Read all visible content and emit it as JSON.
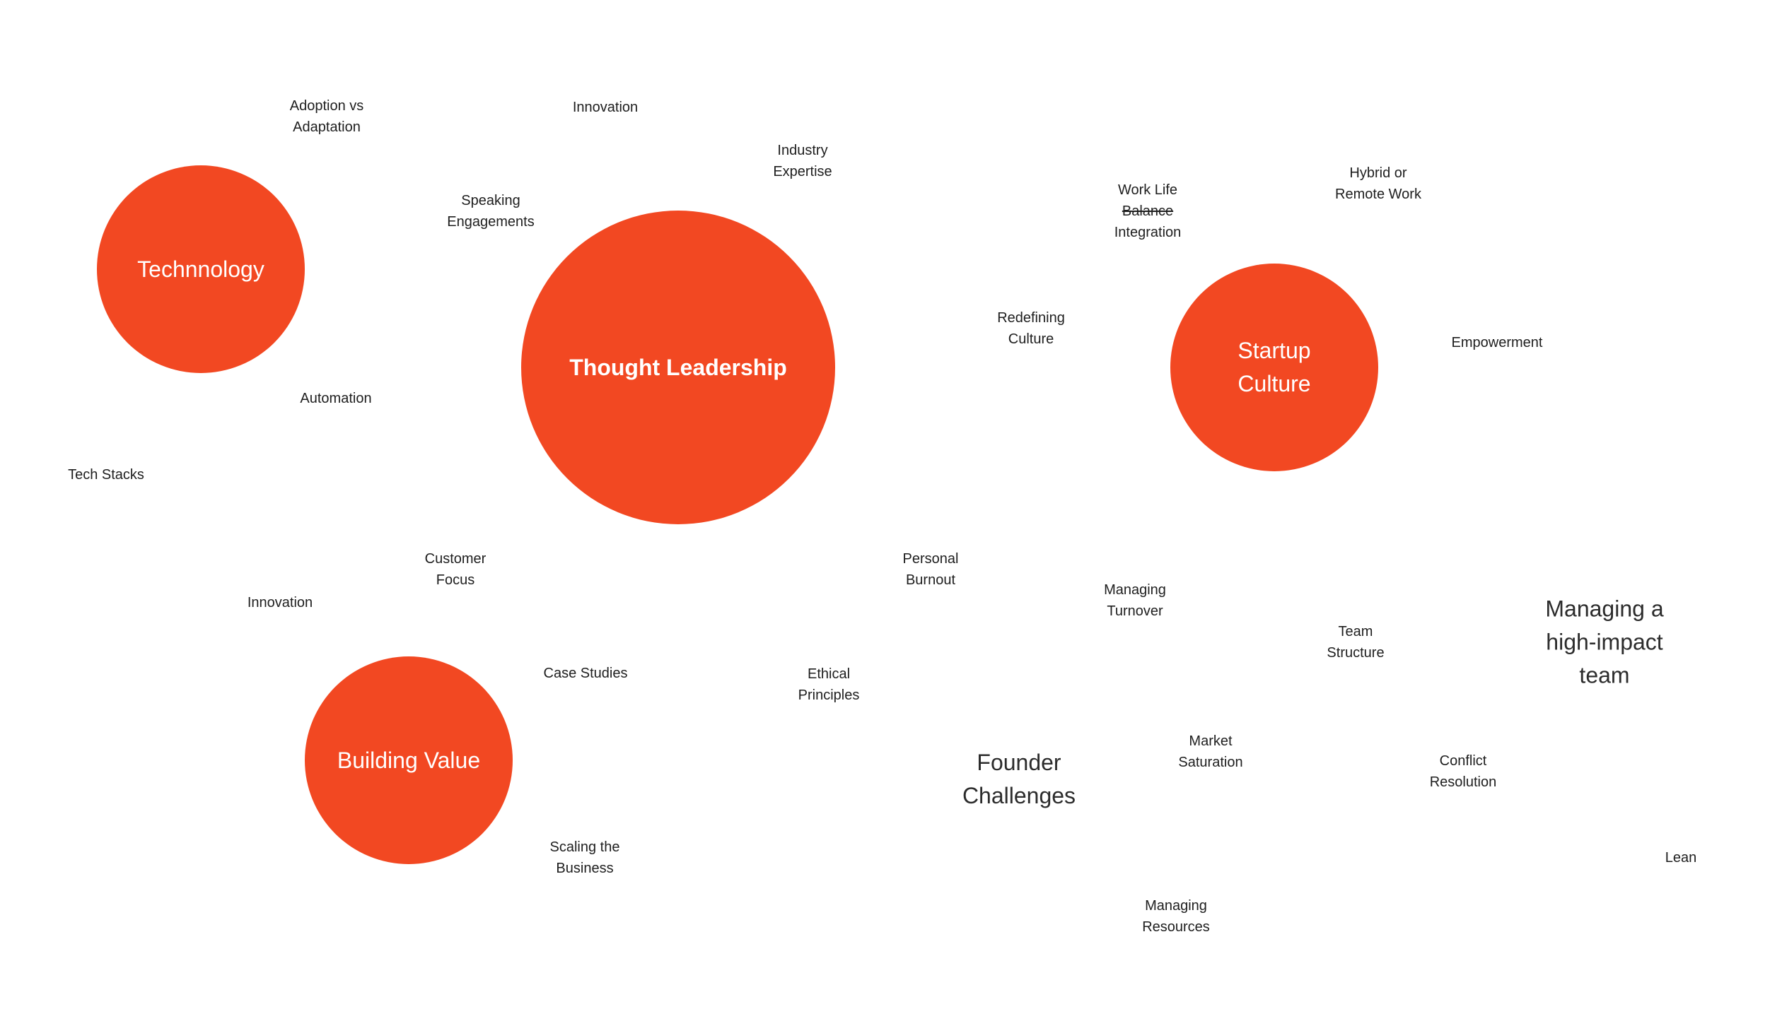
{
  "colors": {
    "accent": "#F24822",
    "text": "#1e1e1e"
  },
  "circles": {
    "technology": "Technnology",
    "thought_leadership": "Thought Leadership",
    "startup_culture": [
      "Startup",
      "Culture"
    ],
    "building_value": "Building Value"
  },
  "labels": {
    "adoption": [
      "Adoption vs",
      "Adaptation"
    ],
    "innovation_top": "Innovation",
    "industry": [
      "Industry",
      "Expertise"
    ],
    "speaking": [
      "Speaking",
      "Engagements"
    ],
    "work_life": [
      "Work Life",
      "Balance",
      "Integration"
    ],
    "hybrid": [
      "Hybrid or",
      "Remote Work"
    ],
    "redefining": [
      "Redefining",
      "Culture"
    ],
    "empowerment": "Empowerment",
    "automation": "Automation",
    "tech_stacks": "Tech Stacks",
    "customer": [
      "Customer",
      "Focus"
    ],
    "innovation_bottom": "Innovation",
    "personal": [
      "Personal",
      "Burnout"
    ],
    "turnover": [
      "Managing",
      "Turnover"
    ],
    "team_structure": [
      "Team",
      "Structure"
    ],
    "high_impact": [
      "Managing a",
      "high-impact",
      "team"
    ],
    "case_studies": "Case Studies",
    "ethical": [
      "Ethical",
      "Principles"
    ],
    "founder": [
      "Founder",
      "Challenges"
    ],
    "market": [
      "Market",
      "Saturation"
    ],
    "conflict": [
      "Conflict",
      "Resolution"
    ],
    "lean": "Lean",
    "scaling": [
      "Scaling the",
      "Business"
    ],
    "resources": [
      "Managing",
      "Resources"
    ]
  }
}
